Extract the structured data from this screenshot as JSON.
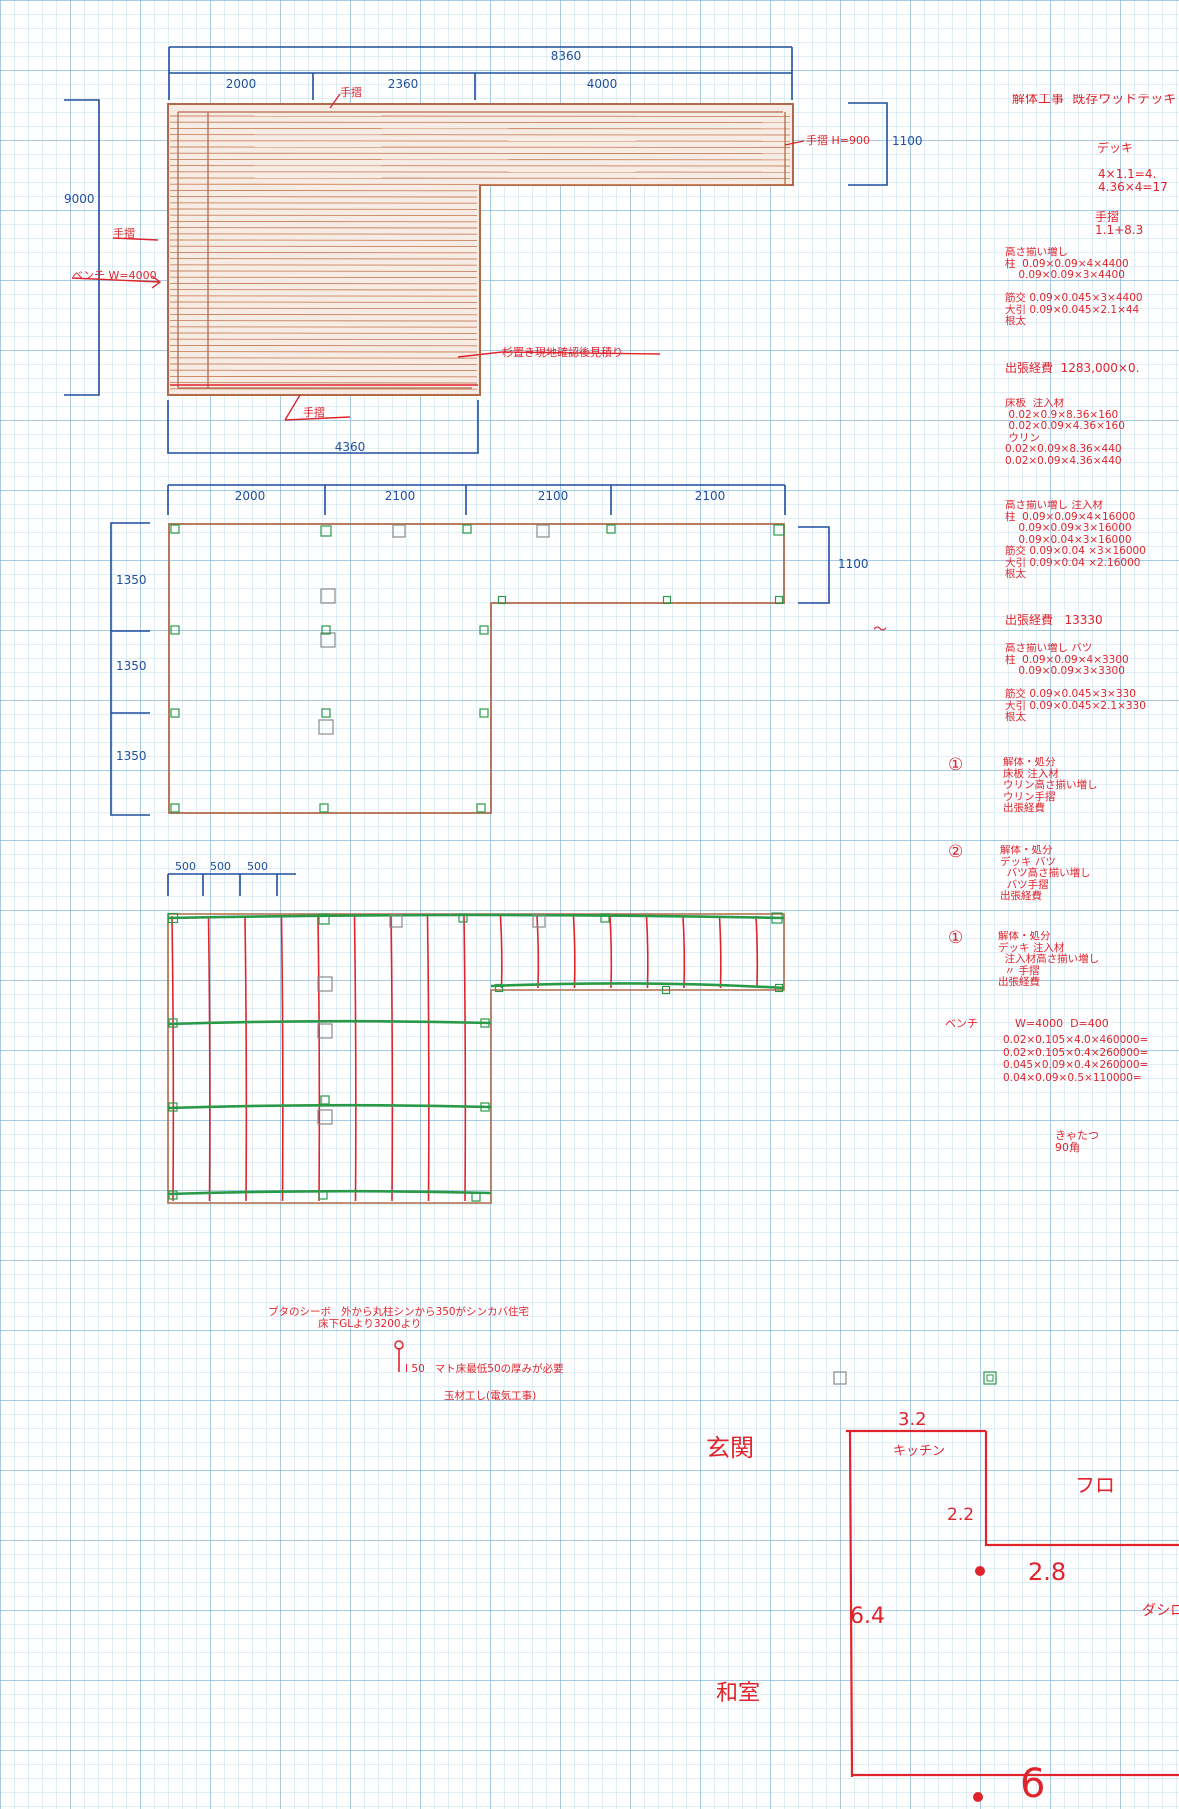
{
  "colors": {
    "blue": "#1f4e9e",
    "red": "#e0242c",
    "brown": "#b06a4a",
    "green": "#2a9a48"
  },
  "plan1": {
    "total_width": "8360",
    "segments": [
      "2000",
      "2360",
      "4000"
    ],
    "height_left": "9000",
    "height_right": "1100",
    "bottom": "4360",
    "labels": {
      "tesuri_top": "手摺",
      "tesuri_right": "手摺 H=900",
      "tesuri_left": "手摺",
      "bench": "ベンチ W=4000",
      "note": "杉置き現地確認後見積り",
      "tesuri_bottom": "手摺"
    }
  },
  "plan2": {
    "top_segments": [
      "2000",
      "2100",
      "2100",
      "2100"
    ],
    "right": "1100",
    "left_segments": [
      "1350",
      "1350",
      "1350"
    ]
  },
  "plan3": {
    "spacing": [
      "500",
      "500",
      "500"
    ]
  },
  "notes": {
    "header": "解体工事  既存ウッドデッキ",
    "deck": "デッキ",
    "deck_lines": "4×1.1=4.\n4.36×4=17",
    "tesuri": "手摺\n1.1+8.3",
    "block1": "高さ揃い増し\n柱  0.09×0.09×4×4400\n    0.09×0.09×3×4400\n\n筋交 0.09×0.045×3×4400\n大引 0.09×0.045×2.1×44\n根太",
    "haizan1": "出張経費  1283,000×0.",
    "block2": "床板  注入材\n 0.02×0.9×8.36×160\n 0.02×0.09×4.36×160\n ウリン\n0.02×0.09×8.36×440\n0.02×0.09×4.36×440",
    "block3": "高さ揃い増し 注入材\n柱  0.09×0.09×4×16000\n    0.09×0.09×3×16000\n    0.09×0.04×3×16000\n筋交 0.09×0.04 ×3×16000\n大引 0.09×0.04 ×2.16000\n根太",
    "haizan2": "出張経費   13330",
    "block4": "高さ揃い増し バツ\n柱  0.09×0.09×4×3300\n    0.09×0.09×3×3300\n\n筋交 0.09×0.045×3×330\n大引 0.09×0.045×2.1×330\n根太",
    "opt1": "解体・処分\n床板 注入材\nウリン高さ揃い増し\nウリン手摺\n出張経費",
    "opt2": "解体・処分\nデッキ バツ\n  バツ高さ揃い増し\n  バツ手摺\n出張経費",
    "opt3": "解体・処分\nデッキ 注入材\n  注入材高さ揃い増し\n  〃 手摺\n出張経費",
    "bench_label": "ベンチ",
    "bench_dims": "W=4000  D=400",
    "bench_lines": "0.02×0.105×4.0×460000=\n0.02×0.105×0.4×260000=\n0.045×0.09×0.4×260000=\n0.04×0.09×0.5×110000=",
    "kyatatsu": "きゃたつ\n90角",
    "num1": "①",
    "num2": "②",
    "num3": "①",
    "tilde": "～",
    "foundation": "ブタのシーボ   外から丸柱シンから350がシンカバ住宅\n               床下GLより3200より",
    "i50": "I 50   マト床最低50の厚みが必要",
    "tamakizai": "玉材工し(電気工事)",
    "genkan": "玄関",
    "washitsu": "和室",
    "kitchen": "キッチン",
    "furo": "フロ",
    "dining": "ダシロ",
    "dims_3_2": "3.2",
    "dims_2_2": "2.2",
    "dims_2_8": "2.8",
    "dims_6_4": "6.4",
    "dims_6": "6"
  }
}
